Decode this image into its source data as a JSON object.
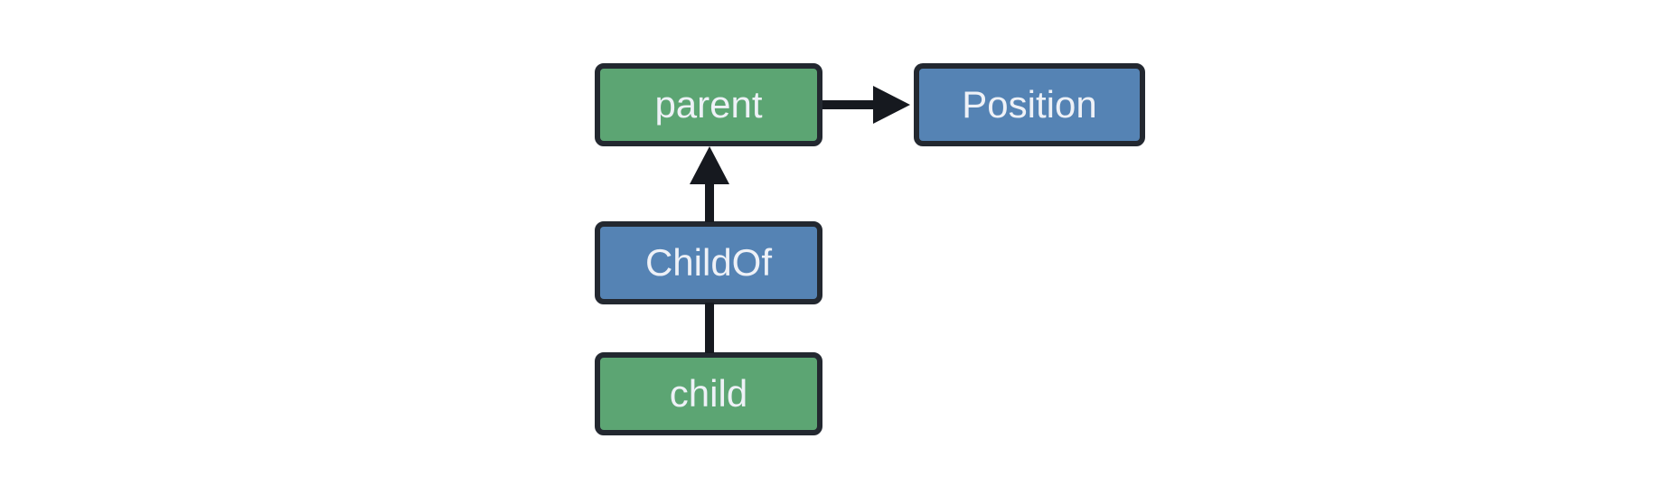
{
  "diagram": {
    "title": "entity-relationship-diagram",
    "background": "#ffffff",
    "colors": {
      "entity_fill": "#5ca573",
      "component_fill": "#5583b4",
      "node_border": "#232830",
      "arrow": "#16191f",
      "label_text": "#eef1f7"
    },
    "nodes": {
      "parent": {
        "label": "parent",
        "type": "entity",
        "fill": "#5ca573"
      },
      "position": {
        "label": "Position",
        "type": "component",
        "fill": "#5583b4"
      },
      "childof": {
        "label": "ChildOf",
        "type": "relationship",
        "fill": "#5583b4"
      },
      "child": {
        "label": "child",
        "type": "entity",
        "fill": "#5ca573"
      }
    },
    "edges": [
      {
        "from": "parent",
        "to": "Position",
        "style": "arrow",
        "direction": "right"
      },
      {
        "from": "ChildOf",
        "to": "parent",
        "style": "arrow",
        "direction": "up"
      },
      {
        "from": "child",
        "to": "ChildOf",
        "style": "line",
        "direction": "up"
      }
    ]
  }
}
